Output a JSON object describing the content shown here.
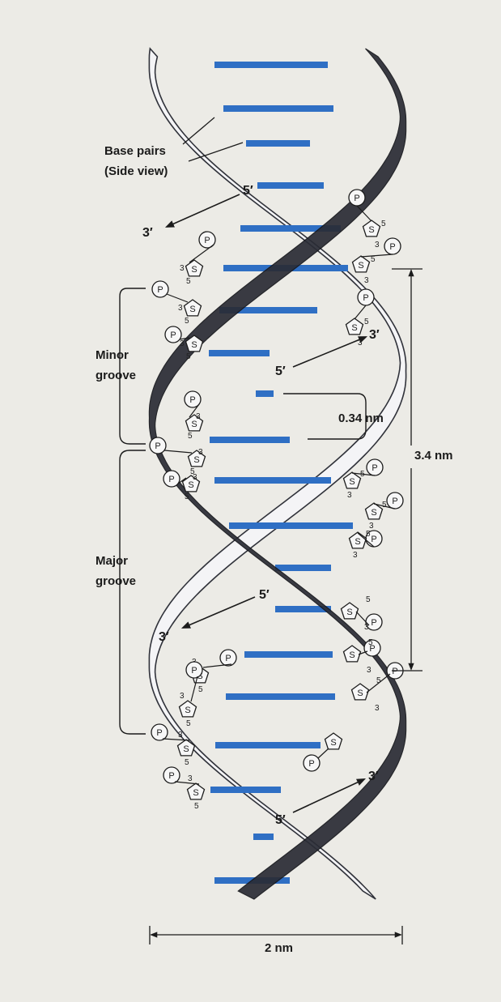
{
  "labels": {
    "base_pairs_line1": "Base pairs",
    "base_pairs_line2": "(Side view)",
    "minor_groove_line1": "Minor",
    "minor_groove_line2": "groove",
    "major_groove_line1": "Major",
    "major_groove_line2": "groove",
    "rise": "0.34 nm",
    "pitch": "3.4 nm",
    "width": "2 nm"
  },
  "strand_ends": {
    "five_prime": "5′",
    "three_prime": "3′"
  },
  "nucleotide_symbols": {
    "phosphate": "P",
    "sugar": "S",
    "carbon_3": "3",
    "carbon_5": "5"
  },
  "colors": {
    "base_pair": "#2f6fc4",
    "backbone_front": "#2a2c35",
    "backbone_back": "#f4f4f6",
    "background": "#ecebe6"
  }
}
